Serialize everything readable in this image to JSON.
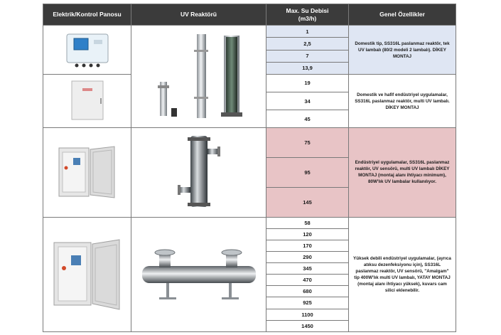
{
  "headers": {
    "panel": "Elektrik/Kontrol  Panosu",
    "reactor": "UV Reaktörü",
    "flow": "Max. Su Debisi\n(m3/h)",
    "features": "Genel Özellikler"
  },
  "groups": [
    {
      "flows": [
        "1",
        "2,5",
        "7",
        "13,9"
      ],
      "features": "Domestik tip, SS316L paslanmaz reaktör, tek UV lambalı (80/2 modeli 2 lambalı). DİKEY MONTAJ"
    },
    {
      "flows": [
        "19",
        "34",
        "45"
      ],
      "features": "Domestik ve hafif endüstriyel uygulamalar, SS316L paslanmaz reaktör, multi UV lambalı. DİKEY MONTAJ"
    },
    {
      "flows": [
        "75",
        "95",
        "145"
      ],
      "features": "Endüstriyel uygulamalar, SS316L paslanmaz reaktör, UV sensörü, multi UV lambalı DİKEY MONTAJ (montaj alanı ihtiyacı minimum), 80W'lık UV lambalar kullanılıyor."
    },
    {
      "flows": [
        "58",
        "120",
        "170",
        "290",
        "345",
        "470",
        "680",
        "925",
        "1100",
        "1450"
      ],
      "features": "Yüksek debili endüstriyel uygulamalar, (ayrıca atıksu dezenfeksiyonu için), SS316L paslanmaz reaktör, UV sensörü, \"Amalgam\" tip 400W'lık multi UV lambalı, YATAY MONTAJ (montaj alanı ihtiyacı yüksek), kuvars cam silici eklenebilir."
    }
  ],
  "colors": {
    "header_bg": "#3b3b3b",
    "blue_fill": "#dfe6f3",
    "pink_fill": "#e8c4c6"
  }
}
